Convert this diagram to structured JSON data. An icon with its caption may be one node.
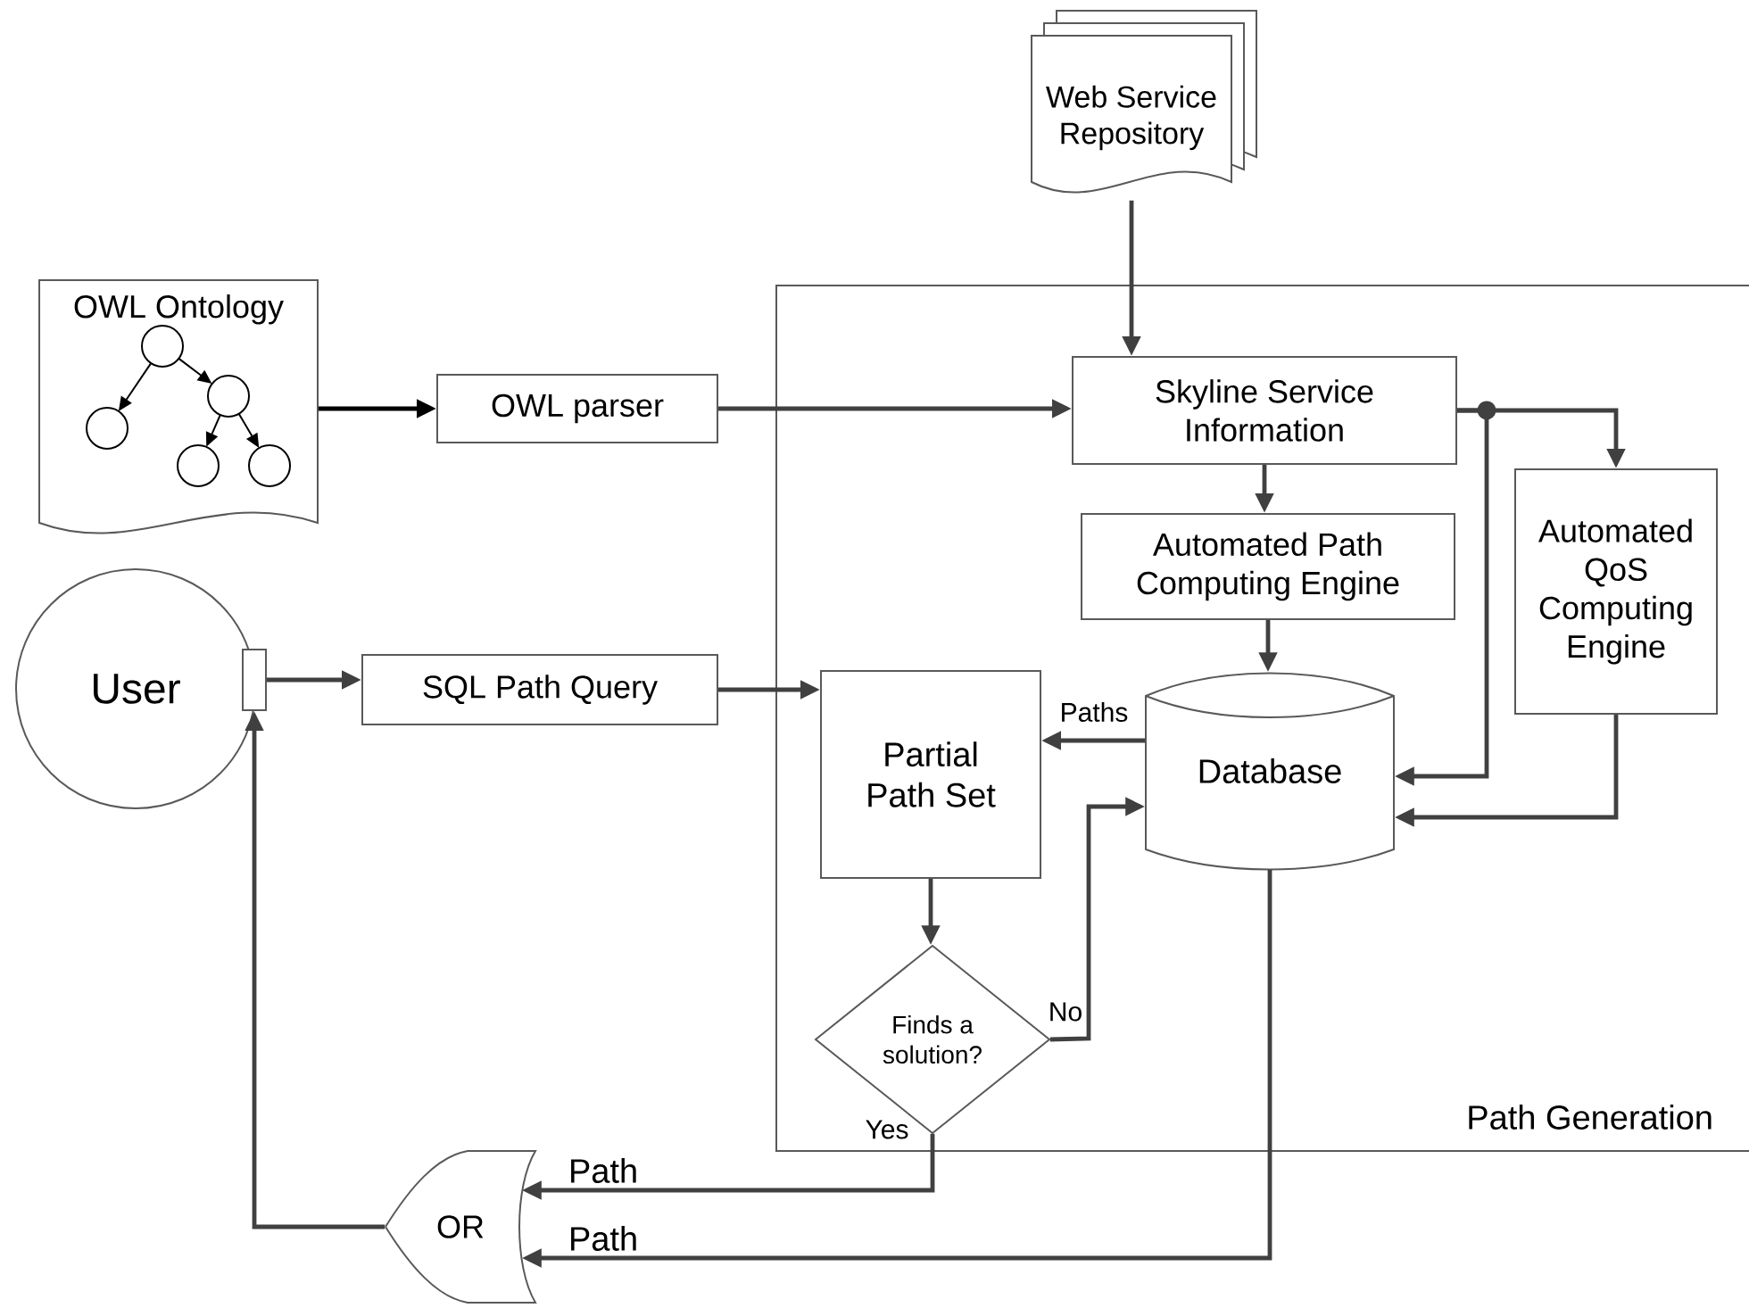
{
  "diagram": {
    "nodes": [
      {
        "text": [
          "Web Service Repository"
        ]
      },
      {
        "text": [
          "Path Generation"
        ]
      },
      {
        "text": [
          "OWL Ontology"
        ]
      },
      {
        "text": [
          "OWL parser"
        ]
      },
      {
        "text": [
          "Skyline Service Information"
        ],
        "in": 1
      },
      {
        "text": [
          "Automated Path Computing Engine"
        ],
        "in": 1
      },
      {
        "text": [
          "Automated QoS Computing Engine"
        ],
        "in": 1
      },
      {
        "text": [
          "User"
        ]
      },
      {
        "text": [],
        "shape": "box"
      },
      {
        "text": [
          "SQL Path Query"
        ]
      },
      {
        "text": [
          "Partial Path Set"
        ],
        "in": 1
      },
      {
        "text": [
          "Database"
        ],
        "in": 1
      },
      {
        "text": [
          "Finds a solution?"
        ],
        "in": 1
      },
      {
        "text": [
          "OR"
        ]
      }
    ],
    "edges": [
      {
        "from": 0,
        "to": 4,
        "arrow": "to"
      },
      {
        "from": 2,
        "to": 3,
        "arrow": "to",
        "color": "#000000"
      },
      {
        "from": 3,
        "to": 4,
        "arrow": "to"
      },
      {
        "from": 4,
        "to": 5,
        "arrow": "to"
      },
      {
        "from": 4,
        "to": 6,
        "arrow": "to"
      },
      {
        "from": 4,
        "to": 11,
        "arrow": "to"
      },
      {
        "from": 5,
        "to": 11,
        "arrow": "to"
      },
      {
        "from": 6,
        "to": 11,
        "arrow": "to"
      },
      {
        "from": 8,
        "to": 9,
        "arrow": "to"
      },
      {
        "from": 9,
        "to": 10,
        "arrow": "to"
      },
      {
        "from": 11,
        "to": 10,
        "arrow": "to",
        "label": "Paths"
      },
      {
        "from": 10,
        "to": 12,
        "arrow": "to"
      },
      {
        "from": 12,
        "to": 11,
        "arrow": "to",
        "label": "No"
      },
      {
        "from": 12,
        "to": 13,
        "arrow": "to",
        "label": "Yes"
      },
      {
        "from": 11,
        "to": 13,
        "arrow": "to",
        "label": "Path"
      },
      {
        "from": 13,
        "to": 8,
        "arrow": "to"
      }
    ],
    "labels": [
      "Path"
    ]
  }
}
